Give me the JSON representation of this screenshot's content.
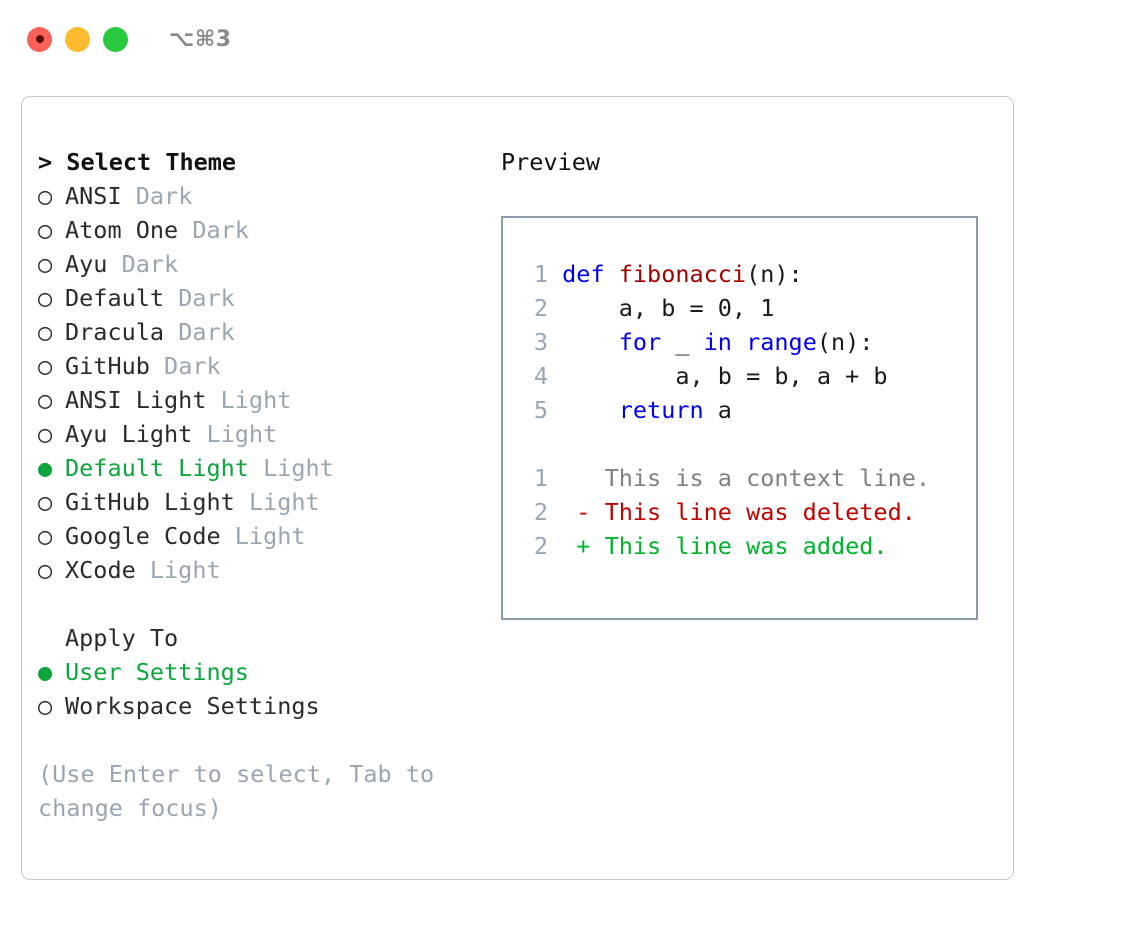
{
  "window": {
    "title": "⌥⌘3",
    "controls": [
      {
        "name": "close",
        "color": "#fc6058"
      },
      {
        "name": "minimize",
        "color": "#fdbc2f"
      },
      {
        "name": "maximize",
        "color": "#28c93f"
      }
    ]
  },
  "colors": {
    "accent_green": "#0da53c",
    "muted_gray": "#9aa5b1",
    "keyword_blue": "#0000ee",
    "function_red": "#a00000",
    "diff_added": "#00b32a",
    "diff_deleted": "#c10000",
    "panel_border": "#c3c9d4",
    "preview_border": "#8d9bab"
  },
  "theme_list": {
    "header": "> Select Theme",
    "bullet_empty": "○",
    "bullet_filled": "●",
    "items": [
      {
        "name": "ANSI",
        "tag": "Dark",
        "selected": false
      },
      {
        "name": "Atom One",
        "tag": "Dark",
        "selected": false
      },
      {
        "name": "Ayu",
        "tag": "Dark",
        "selected": false
      },
      {
        "name": "Default",
        "tag": "Dark",
        "selected": false
      },
      {
        "name": "Dracula",
        "tag": "Dark",
        "selected": false
      },
      {
        "name": "GitHub",
        "tag": "Dark",
        "selected": false
      },
      {
        "name": "ANSI Light",
        "tag": "Light",
        "selected": false
      },
      {
        "name": "Ayu Light",
        "tag": "Light",
        "selected": false
      },
      {
        "name": "Default Light",
        "tag": "Light",
        "selected": true
      },
      {
        "name": "GitHub Light",
        "tag": "Light",
        "selected": false
      },
      {
        "name": "Google Code",
        "tag": "Light",
        "selected": false
      },
      {
        "name": "XCode",
        "tag": "Light",
        "selected": false
      }
    ]
  },
  "apply_to": {
    "label": "Apply To",
    "options": [
      {
        "name": "User Settings",
        "selected": true
      },
      {
        "name": "Workspace Settings",
        "selected": false
      }
    ]
  },
  "hint": "(Use Enter to select, Tab to change focus)",
  "preview": {
    "title": "Preview",
    "code_lines": [
      {
        "num": "1",
        "tokens": [
          {
            "t": "def ",
            "c": "kw"
          },
          {
            "t": "fibonacci",
            "c": "fn"
          },
          {
            "t": "(n):",
            "c": "pl"
          }
        ]
      },
      {
        "num": "2",
        "tokens": [
          {
            "t": "    a, b = 0, 1",
            "c": "pl"
          }
        ]
      },
      {
        "num": "3",
        "tokens": [
          {
            "t": "    ",
            "c": "pl"
          },
          {
            "t": "for",
            "c": "kw"
          },
          {
            "t": " _ ",
            "c": "pl"
          },
          {
            "t": "in",
            "c": "kw"
          },
          {
            "t": " ",
            "c": "pl"
          },
          {
            "t": "range",
            "c": "kw"
          },
          {
            "t": "(n):",
            "c": "pl"
          }
        ]
      },
      {
        "num": "4",
        "tokens": [
          {
            "t": "        a, b = b, a + b",
            "c": "pl"
          }
        ]
      },
      {
        "num": "5",
        "tokens": [
          {
            "t": "    ",
            "c": "pl"
          },
          {
            "t": "return",
            "c": "kw"
          },
          {
            "t": " a",
            "c": "pl"
          }
        ]
      }
    ],
    "diff_lines": [
      {
        "num": "1",
        "marker": " ",
        "text": " This is a context line.",
        "kind": "ctx"
      },
      {
        "num": "2",
        "marker": "-",
        "text": " This line was deleted.",
        "kind": "del"
      },
      {
        "num": "2",
        "marker": "+",
        "text": " This line was added.",
        "kind": "add"
      }
    ]
  }
}
